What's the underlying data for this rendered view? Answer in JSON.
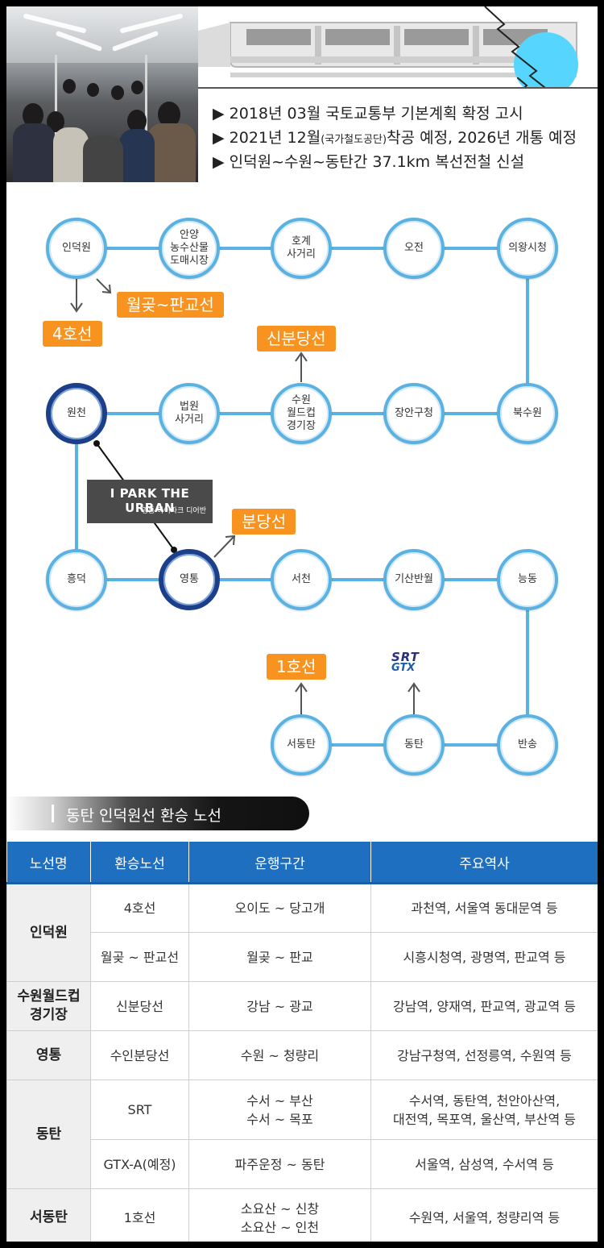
{
  "info": {
    "line1": "▶ 2018년 03월 국토교통부 기본계획 확정 고시",
    "line2_a": "▶ 2021년 12월",
    "line2_small": "(국가철도공단)",
    "line2_b": "착공 예정, 2026년 개통 예정",
    "line3": "▶ 인덕원~수원~동탄간 37.1km 복선전철 신설"
  },
  "map": {
    "stations": {
      "indeogwon": "인덕원",
      "anyang": "안양\n농수산물\n도매시장",
      "hogye": "호계\n사거리",
      "ojeon": "오전",
      "uiwang": "의왕시청",
      "wonchon": "원천",
      "beobwon": "법원\n사거리",
      "suwon_wc": "수원\n월드컵\n경기장",
      "jangan": "장안구청",
      "buksuwon": "북수원",
      "heungdeok": "흥덕",
      "yeongtong": "영통",
      "seocheon": "서천",
      "gisan": "기산반월",
      "neungdong": "능동",
      "seodongtan": "서동탄",
      "dongtan": "동탄",
      "bansong": "반송"
    },
    "tags": {
      "line4": "4호선",
      "wolgot": "월곶~판교선",
      "sinbundang": "신분당선",
      "bundang": "분당선",
      "line1": "1호선"
    },
    "ipark": {
      "brand": "I PARK THE URBAN",
      "sub": "영통 아이파크 디어반"
    },
    "srt": {
      "srt": "SRT",
      "gtx": "GTX"
    }
  },
  "section_title": "동탄 인덕원선 환승 노선",
  "table": {
    "headers": [
      "노선명",
      "환승노선",
      "운행구간",
      "주요역사"
    ],
    "r1": {
      "name": "인덕원",
      "line": "4호선",
      "range": "오이도 ~ 당고개",
      "stations": "과천역, 서울역 동대문역 등"
    },
    "r2": {
      "line": "월곶 ~ 판교선",
      "range": "월곶 ~ 판교",
      "stations": "시흥시청역, 광명역, 판교역 등"
    },
    "r3": {
      "name_a": "수원월드컵",
      "name_b": "경기장",
      "line": "신분당선",
      "range": "강남 ~ 광교",
      "stations": "강남역, 양재역, 판교역, 광교역 등"
    },
    "r4": {
      "name": "영통",
      "line": "수인분당선",
      "range": "수원 ~ 청량리",
      "stations": "강남구청역, 선정릉역, 수원역 등"
    },
    "r5": {
      "name": "동탄",
      "line": "SRT",
      "range_a": "수서 ~ 부산",
      "range_b": "수서 ~ 목포",
      "stations_a": "수서역, 동탄역, 천안아산역,",
      "stations_b": "대전역, 목포역, 울산역, 부산역 등"
    },
    "r6": {
      "line": "GTX-A(예정)",
      "range": "파주운정 ~ 동탄",
      "stations": "서울역, 삼성역, 수서역 등"
    },
    "r7": {
      "name": "서동탄",
      "line": "1호선",
      "range_a": "소요산 ~ 신창",
      "range_b": "소요산 ~ 인천",
      "stations": "수원역, 서울역, 청량리역 등"
    }
  }
}
